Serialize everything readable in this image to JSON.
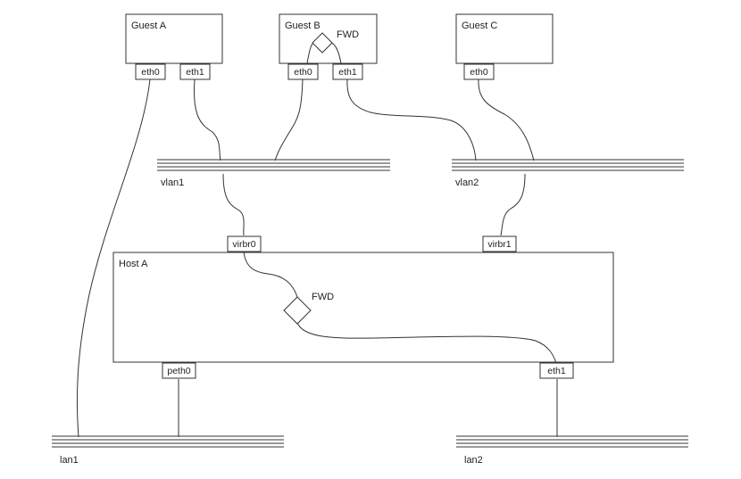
{
  "guests": [
    {
      "label": "Guest A",
      "ports": [
        "eth0",
        "eth1"
      ]
    },
    {
      "label": "Guest B",
      "ports": [
        "eth0",
        "eth1"
      ],
      "forwarder": "FWD"
    },
    {
      "label": "Guest C",
      "ports": [
        "eth0"
      ]
    }
  ],
  "host": {
    "label": "Host A",
    "forwarder": "FWD",
    "top_ports": [
      "virbr0",
      "virbr1"
    ],
    "bottom_ports": [
      "peth0",
      "eth1"
    ]
  },
  "buses": [
    "vlan1",
    "vlan2",
    "lan1",
    "lan2"
  ],
  "colors": {
    "line": "#333333",
    "background": "#ffffff"
  }
}
